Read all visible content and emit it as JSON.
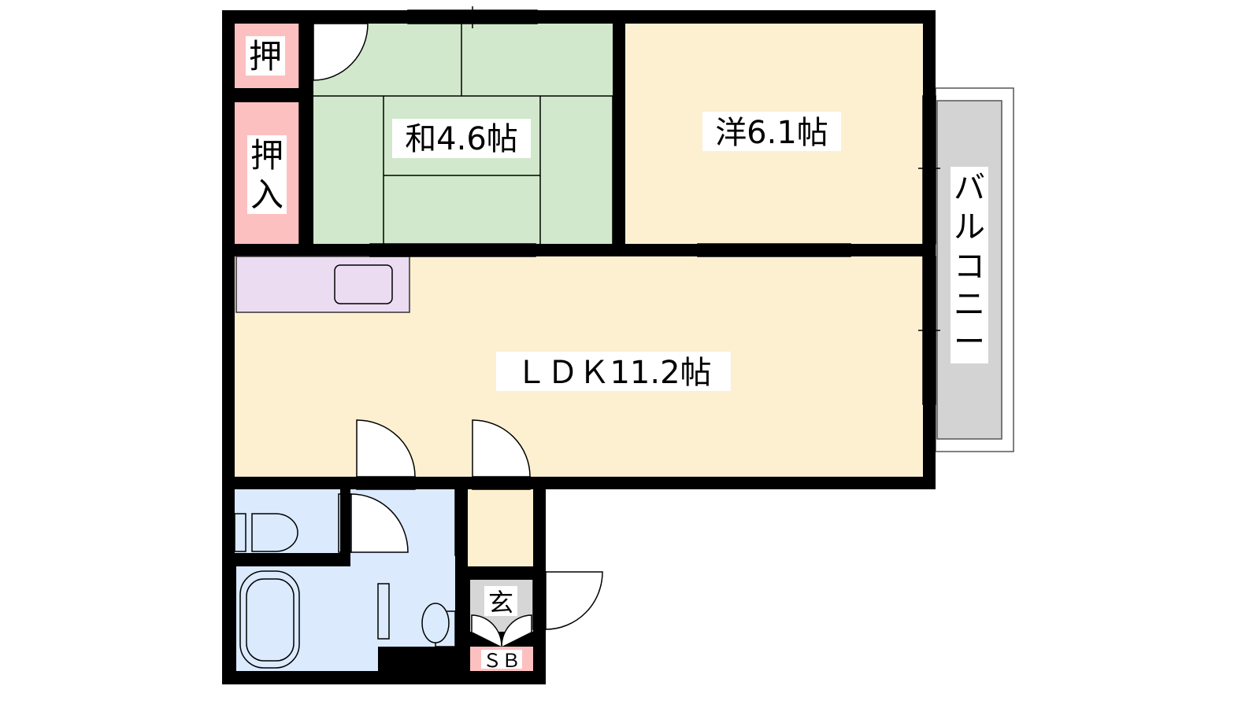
{
  "rooms": {
    "closet_top": "押",
    "closet_side_1": "押",
    "closet_side_2": "入",
    "japanese_room": "和4.6帖",
    "western_room": "洋6.1帖",
    "ldk": "ＬＤＫ11.2帖",
    "balcony": [
      "バ",
      "ル",
      "コ",
      "ニ",
      "ー"
    ],
    "entrance": "玄",
    "shoe_box": "ＳＢ"
  },
  "colors": {
    "closet": "#fdc0c0",
    "tatami": "#d2e8cc",
    "flooring": "#fdf0d0",
    "kitchen": "#ecdcf2",
    "wet_area": "#dbeafd",
    "balcony": "#d3d3d3",
    "entrance": "#d6d6d6",
    "wall": "#000000"
  }
}
